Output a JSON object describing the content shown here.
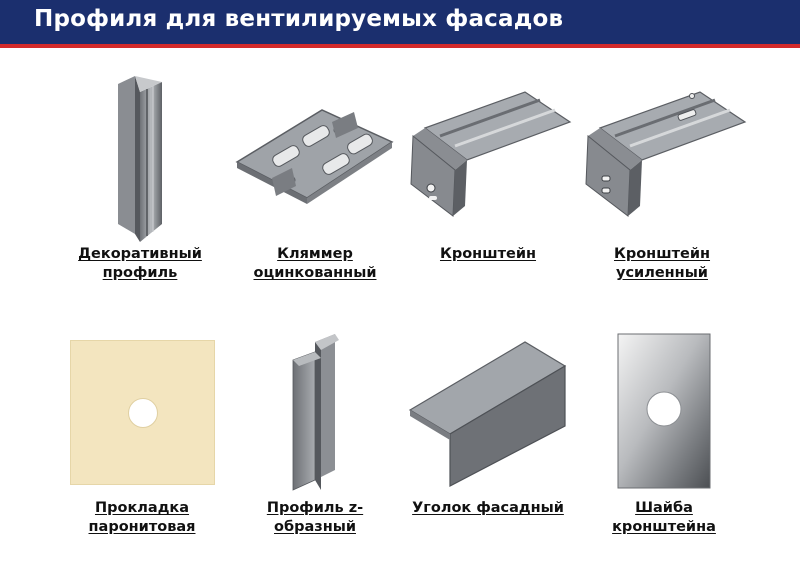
{
  "header": {
    "title": "Профиля для вентилируемых фасадов",
    "bg_color": "#1b2f6e",
    "accent_color": "#d32a2a"
  },
  "items": [
    {
      "lines": [
        "Декоративный",
        "профиль"
      ],
      "icon": "decorative-profile-icon"
    },
    {
      "lines": [
        "Кляммер",
        "оцинкованный"
      ],
      "icon": "klammer-clip-icon"
    },
    {
      "lines": [
        "Кронштейн"
      ],
      "icon": "bracket-icon"
    },
    {
      "lines": [
        "Кронштейн",
        "усиленный"
      ],
      "icon": "reinforced-bracket-icon"
    },
    {
      "lines": [
        "Прокладка",
        "паронитовая"
      ],
      "icon": "paronite-gasket-icon"
    },
    {
      "lines": [
        "Профиль z-",
        "образный"
      ],
      "icon": "z-profile-icon"
    },
    {
      "lines": [
        "Уголок фасадный"
      ],
      "icon": "facade-angle-icon"
    },
    {
      "lines": [
        "Шайба",
        "кронштейна"
      ],
      "icon": "bracket-washer-icon"
    }
  ]
}
